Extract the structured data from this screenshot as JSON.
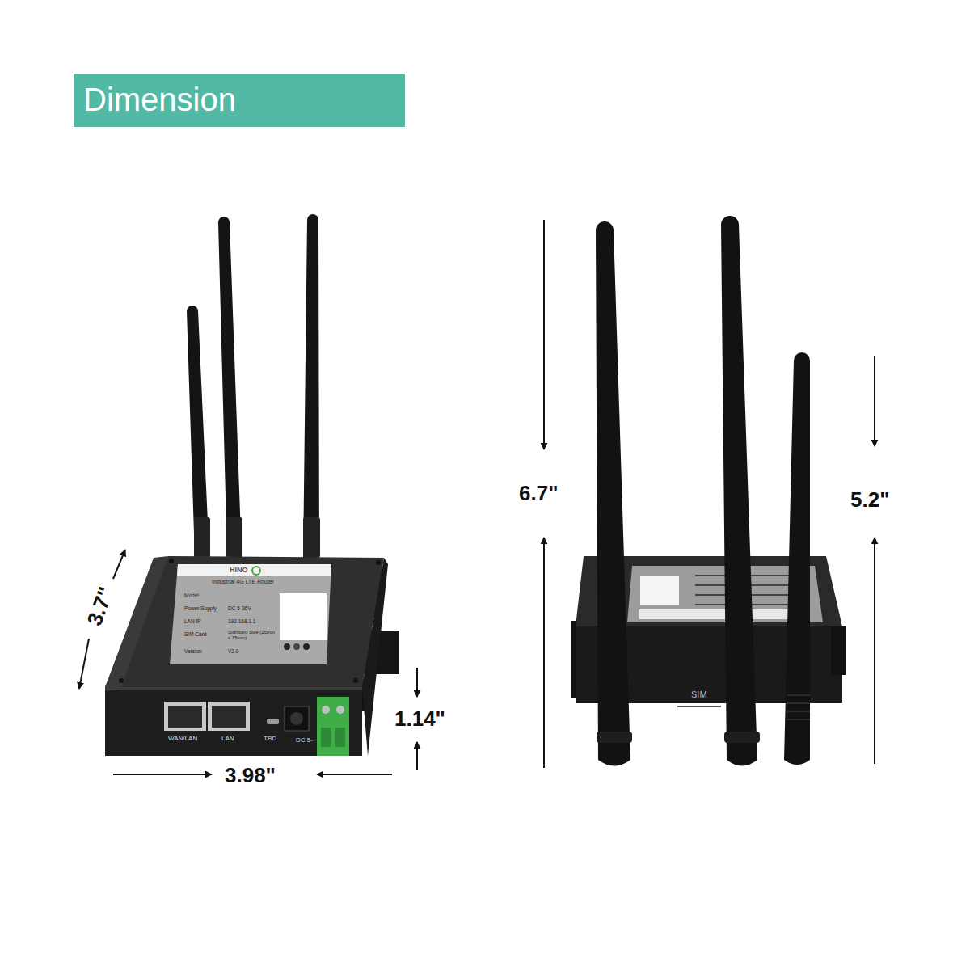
{
  "diagram": {
    "title": "Dimension",
    "labels": [
      "HINO",
      "Industrial 4G LTE Router",
      "Model",
      "Power Supply",
      "DC 5-36V",
      "LAN IP",
      "192.168.1.1",
      "SIM Card",
      "Standard Size (25mm x 15mm)",
      "Version",
      "V2.0",
      "WAN/LAN",
      "LAN",
      "TBD",
      "DC 5-",
      "3.7\"",
      "1.14\"",
      "3.98\"",
      "6.7\"",
      "5.2\"",
      "SIM"
    ]
  }
}
